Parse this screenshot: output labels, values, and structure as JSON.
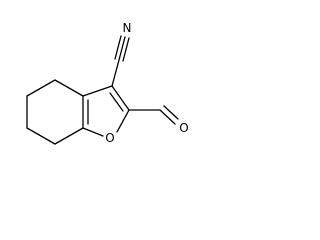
{
  "molecule": {
    "atoms": {
      "nitrile_n": "N",
      "ring_o": "O",
      "aldehyde_o": "O"
    }
  }
}
